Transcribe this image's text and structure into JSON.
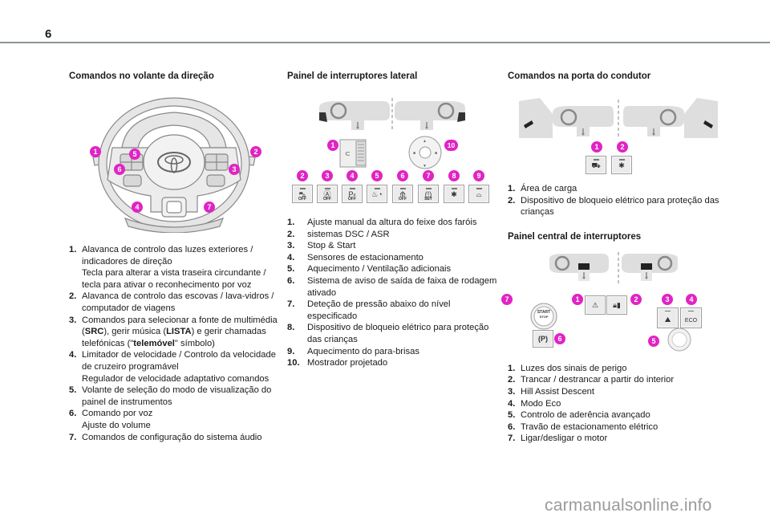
{
  "page": {
    "number": "6",
    "watermark": "carmanualsonline.info"
  },
  "steering": {
    "title": "Comandos no volante da direção",
    "badges": [
      "1",
      "2",
      "3",
      "4",
      "5",
      "6",
      "7"
    ],
    "items": [
      {
        "num": "1.",
        "lines": [
          "Alavanca de controlo das luzes exteriores / indicadores de direção",
          "Tecla para alterar a vista traseira circundante / tecla para ativar o reconhecimento por voz"
        ]
      },
      {
        "num": "2.",
        "lines": [
          "Alavanca de controlo das escovas / lava-vidros / computador de viagens"
        ]
      },
      {
        "num": "3.",
        "pre": "Comandos para selecionar a fonte de multimédia (",
        "b1": "SRC",
        "mid1": "), gerir música (",
        "b2": "LISTA",
        "mid2": ") e gerir chamadas telefónicas (\"",
        "b3": "telemóvel",
        "post": "\" símbolo)"
      },
      {
        "num": "4.",
        "lines": [
          "Limitador de velocidade / Controlo da velocidade de cruzeiro programável",
          "Regulador de velocidade adaptativo comandos"
        ]
      },
      {
        "num": "5.",
        "lines": [
          "Volante de seleção do modo de visualização do painel de instrumentos"
        ]
      },
      {
        "num": "6.",
        "lines": [
          "Comando por voz",
          "Ajuste do volume"
        ]
      },
      {
        "num": "7.",
        "lines": [
          "Comandos de configuração do sistema áudio"
        ]
      }
    ]
  },
  "side_panel": {
    "title": "Painel de interruptores lateral",
    "badges": [
      "1",
      "10",
      "2",
      "3",
      "4",
      "5",
      "6",
      "7",
      "8",
      "9"
    ],
    "switches": [
      {
        "icon": "dsc-off-icon",
        "glyph": "⛍",
        "sub": "OFF"
      },
      {
        "icon": "stop-start-off-icon",
        "glyph": "Ⓐ",
        "sub": "OFF"
      },
      {
        "icon": "parking-sensors-off-icon",
        "glyph": "P⸗",
        "sub": "OFF"
      },
      {
        "icon": "auxiliary-heating-icon",
        "glyph": "♨◔",
        "sub": ""
      },
      {
        "icon": "lane-departure-off-icon",
        "glyph": "⟰",
        "sub": "OFF"
      },
      {
        "icon": "tyre-pressure-set-icon",
        "glyph": "(!)",
        "sub": "SET"
      },
      {
        "icon": "child-lock-icon",
        "glyph": "✱",
        "sub": ""
      },
      {
        "icon": "windscreen-heating-icon",
        "glyph": "⌓",
        "sub": ""
      }
    ],
    "items": [
      {
        "num": "1.",
        "text": "Ajuste manual da altura do feixe dos faróis"
      },
      {
        "num": "2.",
        "text": "sistemas DSC / ASR"
      },
      {
        "num": "3.",
        "text": "Stop & Start"
      },
      {
        "num": "4.",
        "text": "Sensores de estacionamento"
      },
      {
        "num": "5.",
        "text": "Aquecimento / Ventilação adicionais"
      },
      {
        "num": "6.",
        "text": "Sistema de aviso de saída de faixa de rodagem ativado"
      },
      {
        "num": "7.",
        "text": "Deteção de pressão abaixo do nível especificado"
      },
      {
        "num": "8.",
        "text": "Dispositivo de bloqueio elétrico para proteção das crianças"
      },
      {
        "num": "9.",
        "text": "Aquecimento do para-brisas"
      },
      {
        "num": "10.",
        "text": "Mostrador projetado"
      }
    ]
  },
  "driver_door": {
    "title": "Comandos na porta do condutor",
    "badges": [
      "1",
      "2"
    ],
    "items": [
      {
        "num": "1.",
        "text": "Área de carga"
      },
      {
        "num": "2.",
        "text": "Dispositivo de bloqueio elétrico para proteção das crianças"
      }
    ]
  },
  "center_panel": {
    "title": "Painel central de interruptores",
    "badges": [
      "1",
      "2",
      "3",
      "4",
      "5",
      "6",
      "7"
    ],
    "labels": {
      "start": "START",
      "stop": "STOP",
      "parking": "(P)",
      "eco": "ECO"
    },
    "items": [
      {
        "num": "1.",
        "text": "Luzes dos sinais de perigo"
      },
      {
        "num": "2.",
        "text": "Trancar / destrancar a partir do interior"
      },
      {
        "num": "3.",
        "text": "Hill Assist Descent"
      },
      {
        "num": "4.",
        "text": "Modo Eco"
      },
      {
        "num": "5.",
        "text": "Controlo de aderência avançado"
      },
      {
        "num": "6.",
        "text": "Travão de estacionamento elétrico"
      },
      {
        "num": "7.",
        "text": "Ligar/desligar o motor"
      }
    ]
  },
  "colors": {
    "badge": "#e024c4",
    "rule": "#8a9594",
    "illustration": "#d9d9d9"
  }
}
